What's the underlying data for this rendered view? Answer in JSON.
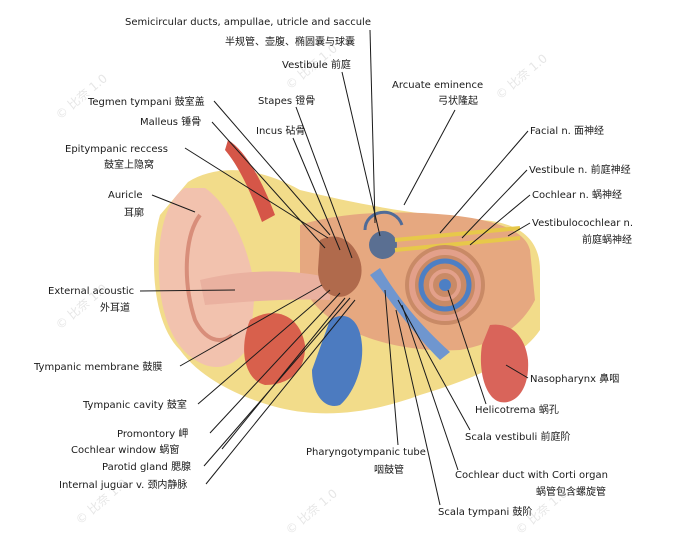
{
  "labels": {
    "semicircular_en": "Semicircular ducts, ampullae, utricle and saccule",
    "semicircular_zh": "半规管、壶腹、椭圆囊与球囊",
    "vestibule": "Vestibule 前庭",
    "arcuate_en": "Arcuate eminence",
    "arcuate_zh": "弓状隆起",
    "tegmen": "Tegmen tympani 鼓室盖",
    "stapes": "Stapes 镫骨",
    "malleus": "Malleus 锤骨",
    "incus": "Incus 砧骨",
    "facial": "Facial n. 面神经",
    "epitympanic_en": "Epitympanic reccess",
    "epitympanic_zh": "鼓室上隐窝",
    "vestibule_n": "Vestibule n. 前庭神经",
    "cochlear_n": "Cochlear n. 蜗神经",
    "auricle_en": "Auricle",
    "auricle_zh": "耳廓",
    "vestibulocochlear_en": "Vestibulocochlear n.",
    "vestibulocochlear_zh": "前庭蜗神经",
    "external_en": "External acoustic",
    "external_zh": "外耳道",
    "tympanic_membrane": "Tympanic membrane 鼓膜",
    "nasopharynx": "Nasopharynx 鼻咽",
    "tympanic_cavity": "Tympanic cavity 鼓室",
    "helicotrema": "Helicotrema 蜗孔",
    "promontory": "Promontory 岬",
    "cochlear_window": "Cochlear window 蜗窗",
    "parotid": "Parotid gland 腮腺",
    "internal_jugular": "Internal juguar v. 颈内静脉",
    "pharyngotympanic_en": "Pharyngotympanic tube",
    "pharyngotympanic_zh": "咽鼓管",
    "scala_vestibuli": "Scala vestibuli 前庭阶",
    "cochlear_duct_en": "Cochlear duct with Corti organ",
    "cochlear_duct_zh": "蜗管包含螺旋管",
    "scala_tympani": "Scala tympani 鼓阶"
  },
  "watermark": "© 比奈 1.0"
}
